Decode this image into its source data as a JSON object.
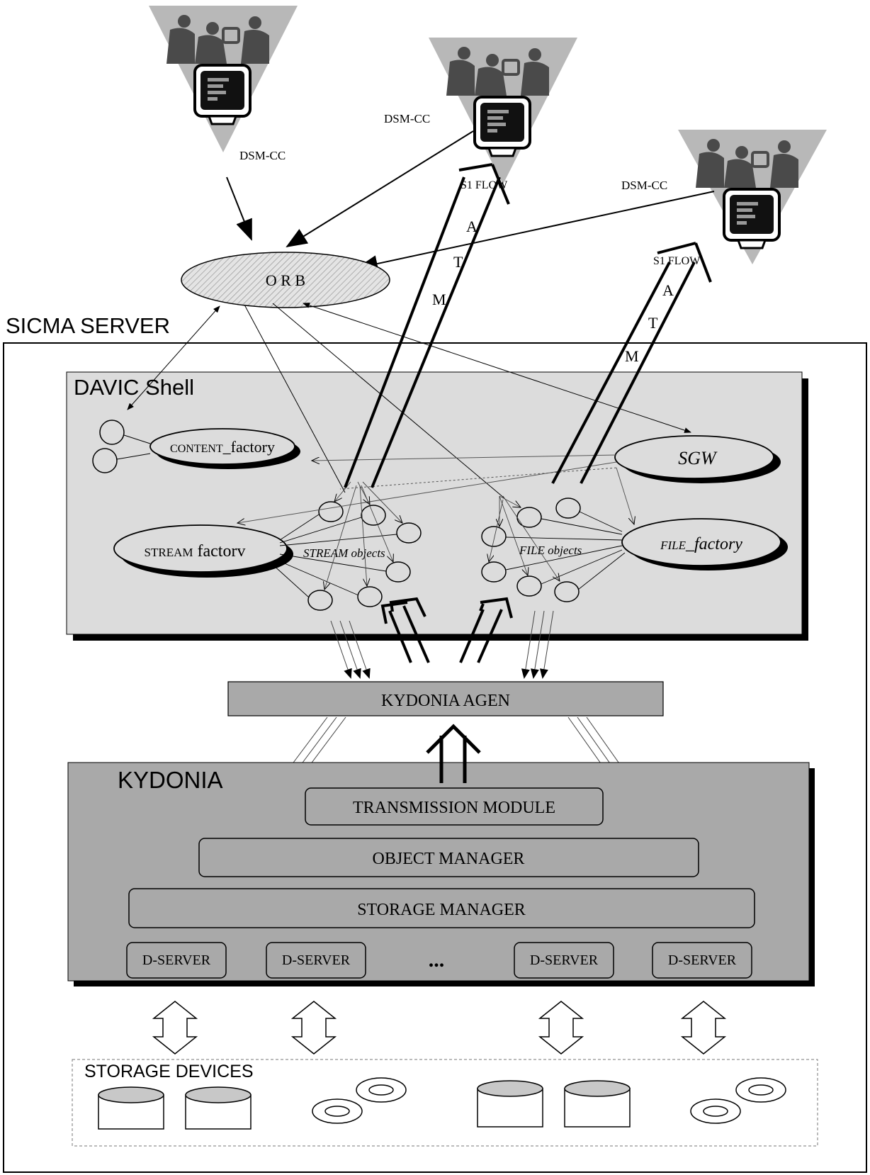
{
  "labels": {
    "server_title": "SICMA SERVER",
    "davic_title": "DAVIC Shell",
    "kydonia_title": "KYDONIA",
    "storage_title": "STORAGE DEVICES",
    "orb": "O R B",
    "dsmcc": "DSM-CC",
    "s1_flow": "S1 FLOW",
    "atm": [
      "A",
      "T",
      "M"
    ],
    "content_factory_prefix": "CONTENT",
    "content_factory_suffix": "_factory",
    "sgw": "SGW",
    "stream_factory_prefix": "STREAM",
    "stream_factory_suffix": "factorv",
    "file_factory_prefix": "FILE",
    "file_factory_suffix": "_factory",
    "stream_objects": "STREAM objects",
    "file_objects": "FILE objects",
    "kydonia_agen": "KYDONIA  AGEN",
    "transmission_module": "TRANSMISSION   MODULE",
    "object_manager": "OBJECT  MANAGER",
    "storage_manager": "STORAGE    MANAGER",
    "d_server": "D-SERVER",
    "ellipsis": "..."
  },
  "colors": {
    "davic_bg": "#dcdcdc",
    "kydonia_bg": "#a9a9a9",
    "funnel": "#b8b8b8",
    "people": "#4a4a4a",
    "shadow": "#000000",
    "disk_top": "#c8c8c8"
  }
}
